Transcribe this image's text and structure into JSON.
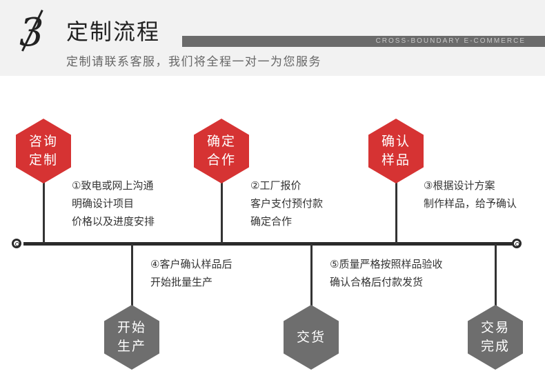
{
  "header": {
    "number": "3",
    "title": "定制流程",
    "tagline": "CROSS-BOUNDARY E-COMMERCE",
    "subtitle": "定制请联系客服，我们将全程一对一为您服务"
  },
  "colors": {
    "top_step": "#d63333",
    "bottom_step": "#6e6e6e",
    "timeline": "#2b2b2b"
  },
  "steps_top": [
    {
      "label_line1": "咨询",
      "label_line2": "定制",
      "desc": [
        "①致电或网上沟通",
        "明确设计项目",
        "价格以及进度安排"
      ]
    },
    {
      "label_line1": "确定",
      "label_line2": "合作",
      "desc": [
        "②工厂报价",
        "客户支付预付款",
        "确定合作"
      ]
    },
    {
      "label_line1": "确认",
      "label_line2": "样品",
      "desc": [
        "③根据设计方案",
        "制作样品，给予确认"
      ]
    }
  ],
  "steps_bottom": [
    {
      "label_line1": "开始",
      "label_line2": "生产",
      "desc": [
        "④客户确认样品后",
        "开始批量生产"
      ]
    },
    {
      "label_line1": "交货",
      "label_line2": "",
      "desc": [
        "⑤质量严格按照样品验收",
        "确认合格后付款发货"
      ]
    },
    {
      "label_line1": "交易",
      "label_line2": "完成",
      "desc": []
    }
  ]
}
